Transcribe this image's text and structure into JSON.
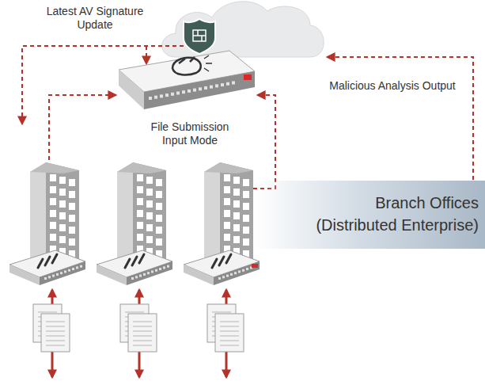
{
  "diagram": {
    "nodes": [
      {
        "text": [
          "File Submission Input Mode"
        ]
      },
      {
        "text": [
          "Branch Offices (Distributed Enterprise)"
        ]
      }
    ],
    "labels": [
      "Latest AV Signature Update",
      "Malicious Analysis Output"
    ]
  }
}
